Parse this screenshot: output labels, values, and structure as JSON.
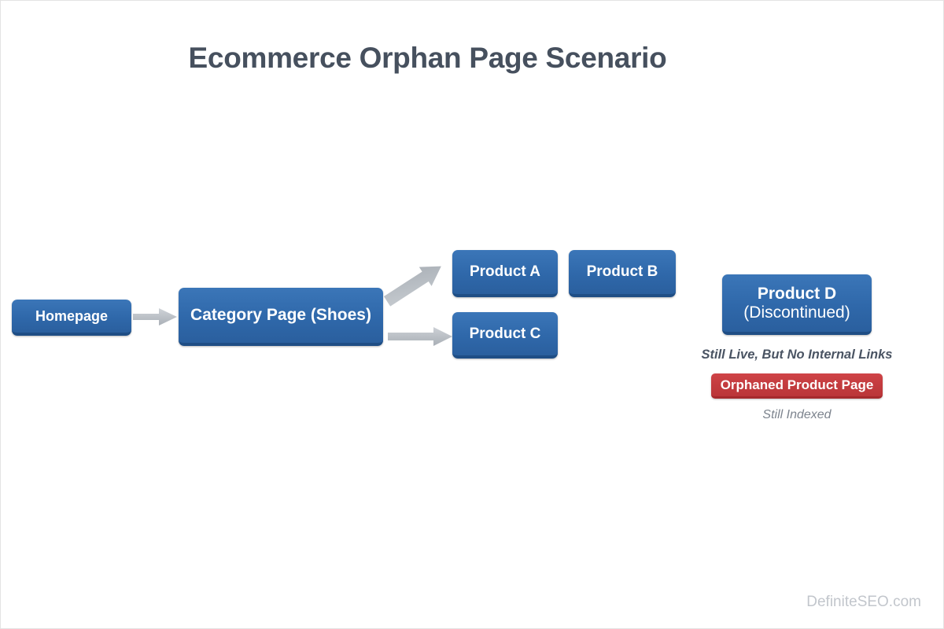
{
  "page": {
    "title": "Ecommerce Orphan Page Scenario",
    "watermark": "DefiniteSEO.com",
    "background_color": "#ffffff",
    "title_color": "#46505e"
  },
  "diagram": {
    "type": "flow-diagram",
    "node_color": "#2f68aa",
    "arrow_color": "#b9bec4",
    "nodes": [
      {
        "id": "homepage",
        "label": "Homepage"
      },
      {
        "id": "category",
        "label": "Category Page (Shoes)"
      },
      {
        "id": "product-a",
        "label": "Product A"
      },
      {
        "id": "product-b",
        "label": "Product B"
      },
      {
        "id": "product-c",
        "label": "Product C"
      },
      {
        "id": "product-d",
        "label": "Product D",
        "sublabel": "(Discontinued)"
      }
    ],
    "edges": [
      {
        "from": "homepage",
        "to": "category"
      },
      {
        "from": "category",
        "to": "product-a"
      },
      {
        "from": "category",
        "to": "product-c"
      }
    ],
    "annotations": {
      "no_internal_links": "Still Live, But No Internal Links",
      "orphaned_badge": "Orphaned Product Page",
      "orphaned_badge_color": "#c23b3e",
      "still_indexed": "Still Indexed"
    }
  }
}
